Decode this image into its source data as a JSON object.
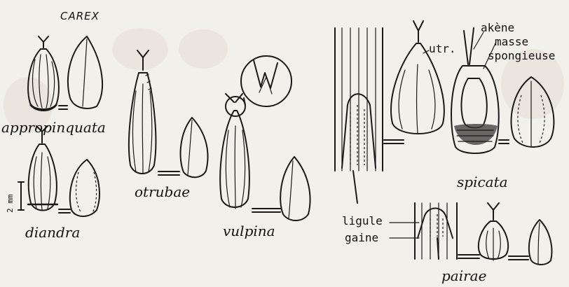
{
  "title": "CAREX",
  "species": {
    "appropinquata": "appropinquata",
    "diandra": "diandra",
    "otrubae": "otrubae",
    "vulpina": "vulpina",
    "spicata": "spicata",
    "pairae": "pairae"
  },
  "scale": "2 mm",
  "annotations": {
    "utr": "utr.",
    "akene": "akène",
    "masse": "masse",
    "spongieuse": "spongieuse",
    "ligule": "ligule",
    "gaine": "gaine"
  }
}
